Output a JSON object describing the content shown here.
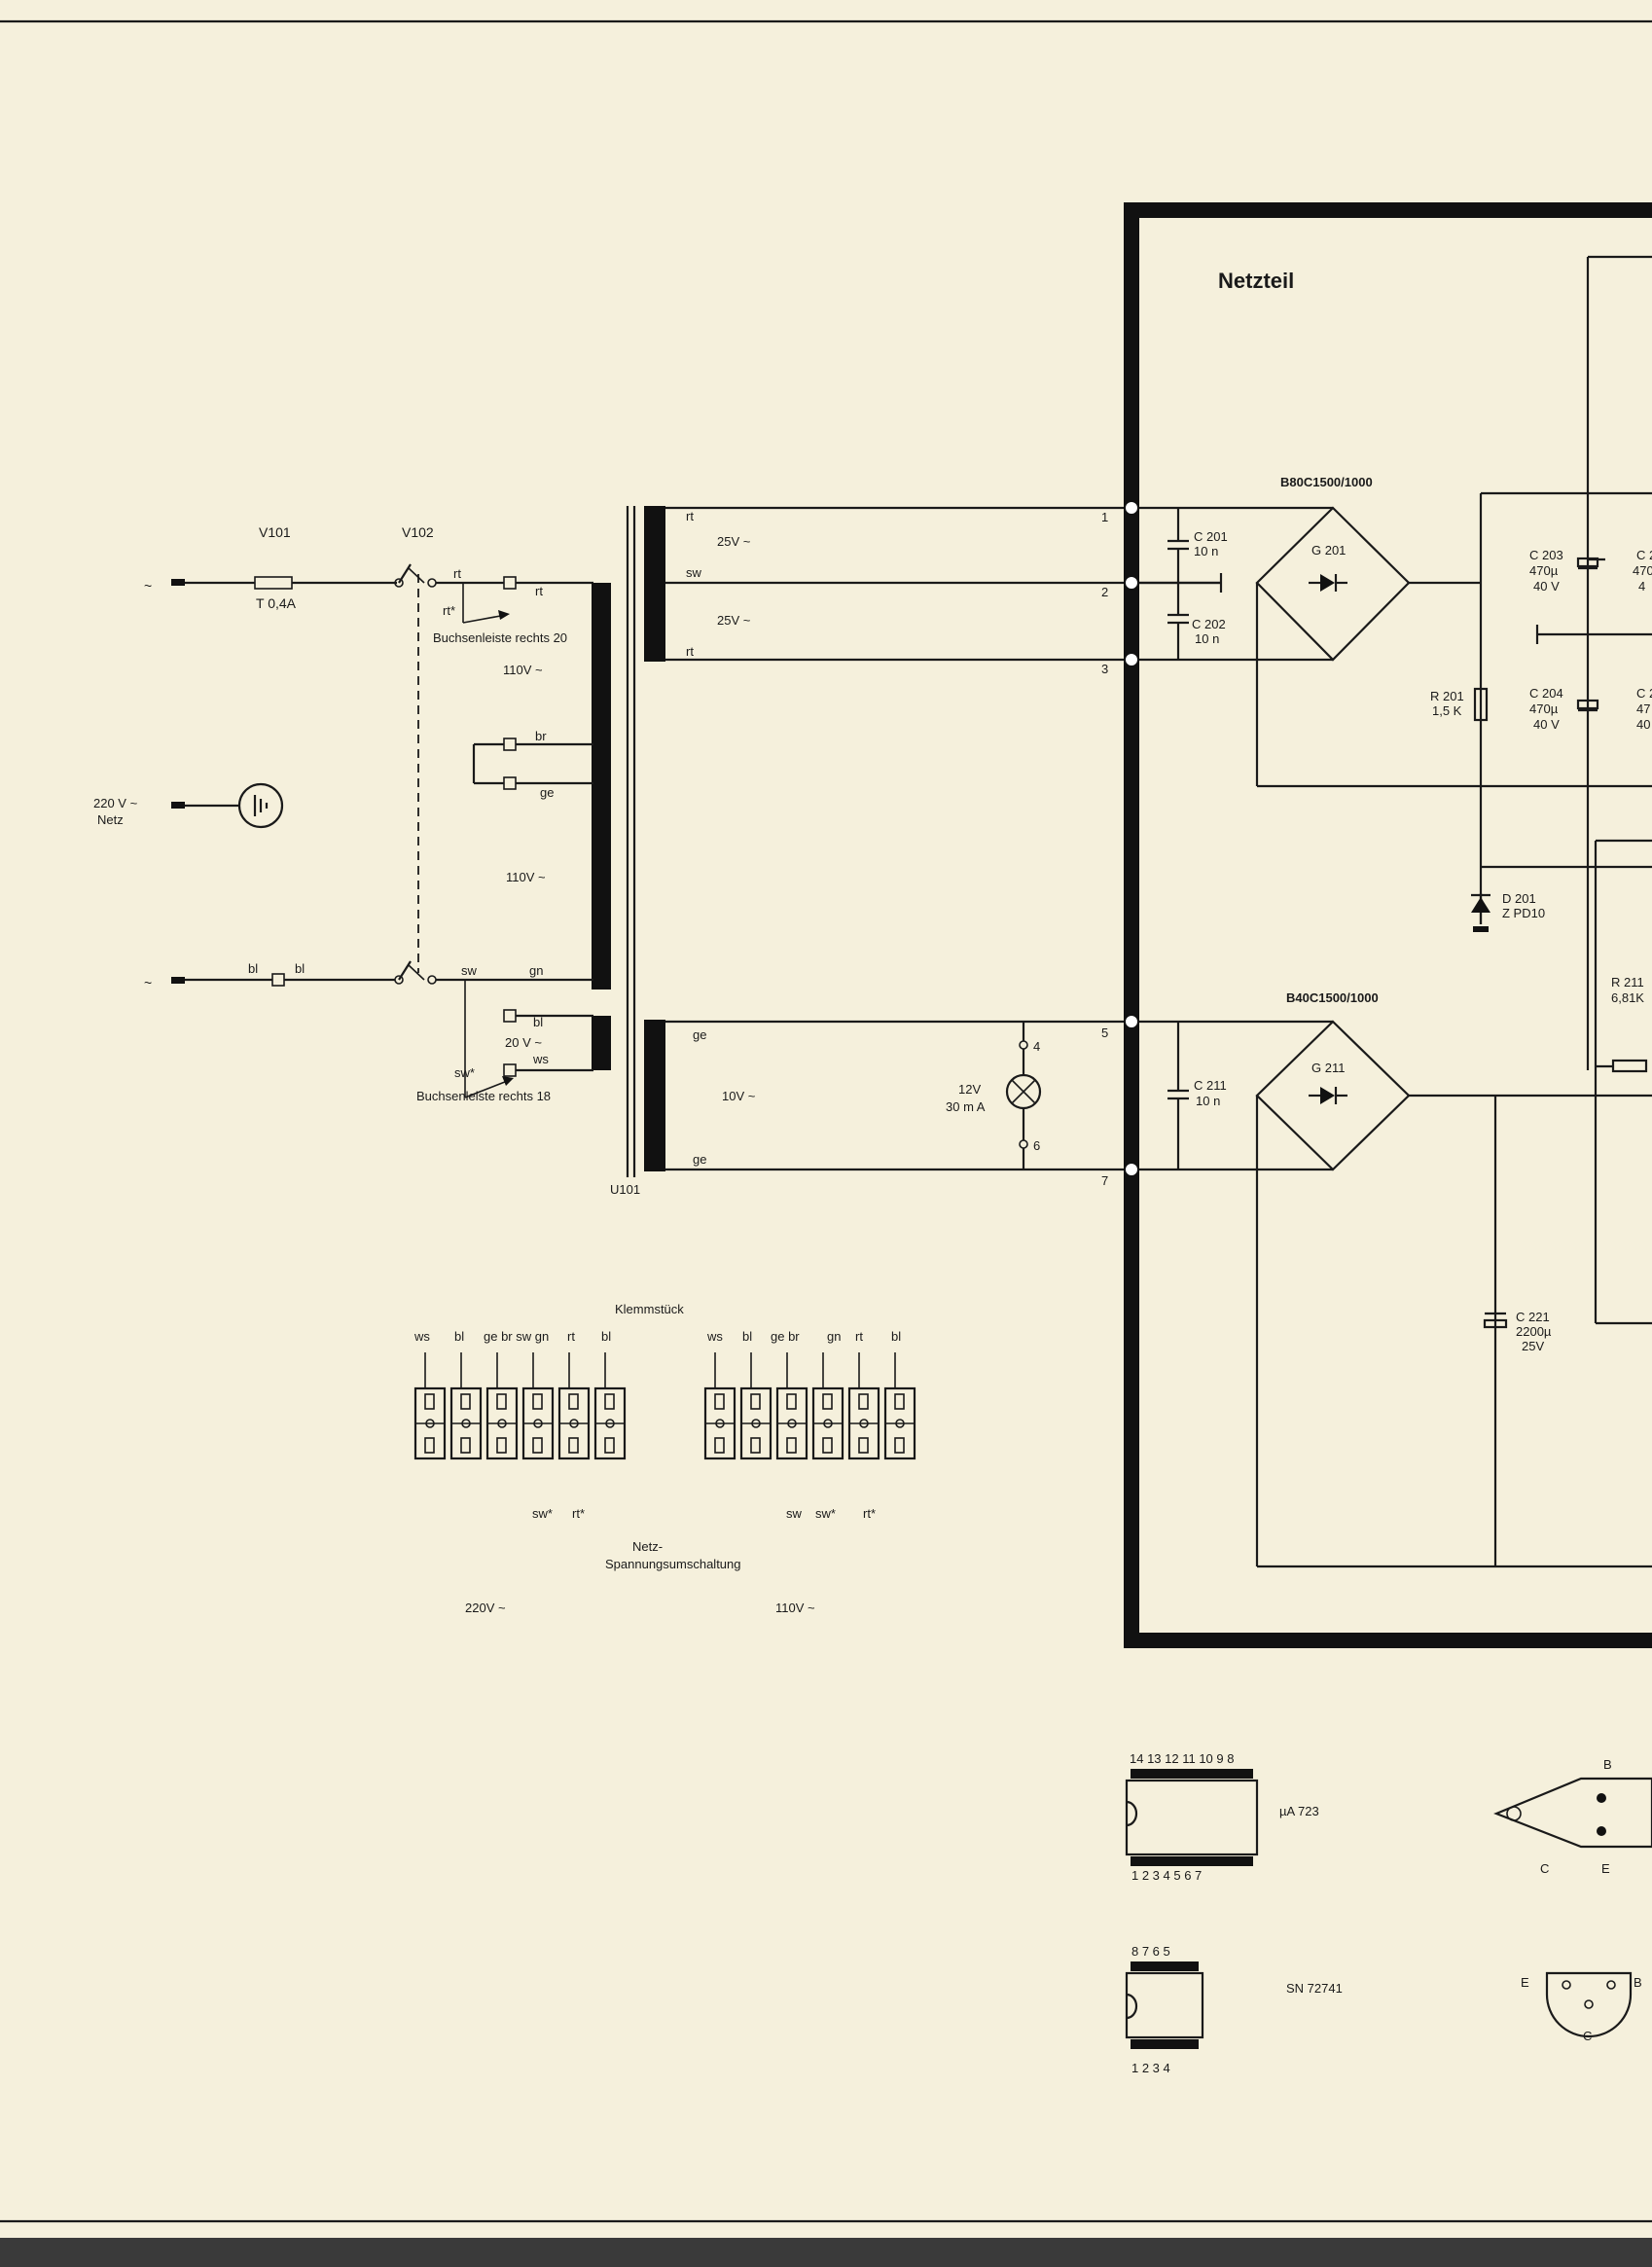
{
  "mains": {
    "tilde_top": "~",
    "tilde_bottom": "~",
    "earth_label": "220 V ~",
    "earth_sub": "Netz"
  },
  "fuse": {
    "ref": "V101",
    "value": "T 0,4A"
  },
  "switch": {
    "ref": "V102"
  },
  "wire_labels": {
    "rt_top": "rt",
    "rt_top_b": "rt",
    "rt_star_top": "rt*",
    "socket_top": "Buchsenleiste rechts 20",
    "br": "br",
    "ge": "ge",
    "bl_left": "bl",
    "bl_right": "bl",
    "sw": "sw",
    "gn": "gn",
    "bl_20v": "bl",
    "ws": "ws",
    "sw_star": "sw*",
    "socket_bottom": "Buchsenleiste rechts 18"
  },
  "primary": {
    "v110_top": "110V ~",
    "v110_mid": "110V ~",
    "v20": "20 V ~"
  },
  "transformer": {
    "ref": "U101"
  },
  "secondary_top": {
    "rt1": "rt",
    "sw": "sw",
    "rt3": "rt",
    "v25a": "25V ~",
    "v25b": "25V ~"
  },
  "secondary_bottom": {
    "ge5": "ge",
    "ge7": "ge",
    "v10": "10V ~",
    "lamp_v": "12V",
    "lamp_i": "30 m A",
    "pin4": "4",
    "pin6": "6"
  },
  "terminals": [
    "1",
    "2",
    "3",
    "5",
    "7"
  ],
  "netzteil": {
    "title": "Netzteil",
    "b80": "B80C1500/1000",
    "b40": "B40C1500/1000",
    "g201": "G 201",
    "g211": "G 211",
    "c201": [
      "C 201",
      "10 n"
    ],
    "c202": [
      "C 202",
      "10 n"
    ],
    "c211": [
      "C 211",
      "10 n"
    ],
    "c203": [
      "C 203",
      "470µ",
      "40 V"
    ],
    "c204": [
      "C 204",
      "470µ",
      "40 V"
    ],
    "c203b": [
      "C 2",
      "470",
      "4"
    ],
    "c204b": [
      "C 2",
      "47",
      "40"
    ],
    "r201": [
      "R 201",
      "1,5 K"
    ],
    "d201": [
      "D 201",
      "Z PD10"
    ],
    "r211": [
      "R 211",
      "6,81K"
    ],
    "c221": [
      "C 221",
      "2200µ",
      "25V"
    ]
  },
  "klemmstueck": {
    "title": "Klemmstück",
    "left_labels": [
      "ws",
      "bl",
      "ge br sw gn",
      "rt",
      "bl"
    ],
    "right_labels": [
      "ws",
      "bl",
      "ge br",
      "gn",
      "rt",
      "bl"
    ],
    "left_bottom": [
      "sw*",
      "rt*"
    ],
    "right_bottom": [
      "sw",
      "sw*",
      "rt*"
    ],
    "caption1": "Netz-",
    "caption2": "Spannungsumschaltung",
    "left_voltage": "220V ~",
    "right_voltage": "110V ~"
  },
  "ics": {
    "ua723": {
      "name": "µA 723",
      "top_pins": "14 13 12 11 10 9 8",
      "bottom_pins": "1 2 3 4 5 6 7"
    },
    "sn72741": {
      "name": "SN 72741",
      "top_pins": "8 7 6 5",
      "bottom_pins": "1 2 3 4"
    }
  },
  "transistors": {
    "to3": {
      "b": "B",
      "c": "C",
      "e": "E"
    },
    "to5": {
      "e": "E",
      "b": "B",
      "c": "C"
    }
  }
}
